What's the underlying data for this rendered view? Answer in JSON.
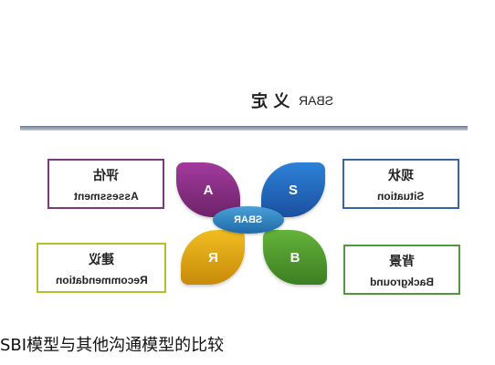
{
  "title": {
    "zh": "义 定",
    "en": "SBAR"
  },
  "quadrants": {
    "situation": {
      "letter": "S",
      "zh": "现状",
      "en": "Situation",
      "color": "#2c82d8"
    },
    "background": {
      "letter": "B",
      "zh": "背景",
      "en": "Background",
      "color": "#64b33a"
    },
    "assessment": {
      "letter": "A",
      "zh": "评估",
      "en": "Assessment",
      "color": "#a23a9d"
    },
    "recommendation": {
      "letter": "R",
      "zh": "建议",
      "en": "Recommendation",
      "color": "#f0bd20"
    }
  },
  "center_label": "SBAR",
  "caption": "SBI模型与其他沟通模型的比较"
}
